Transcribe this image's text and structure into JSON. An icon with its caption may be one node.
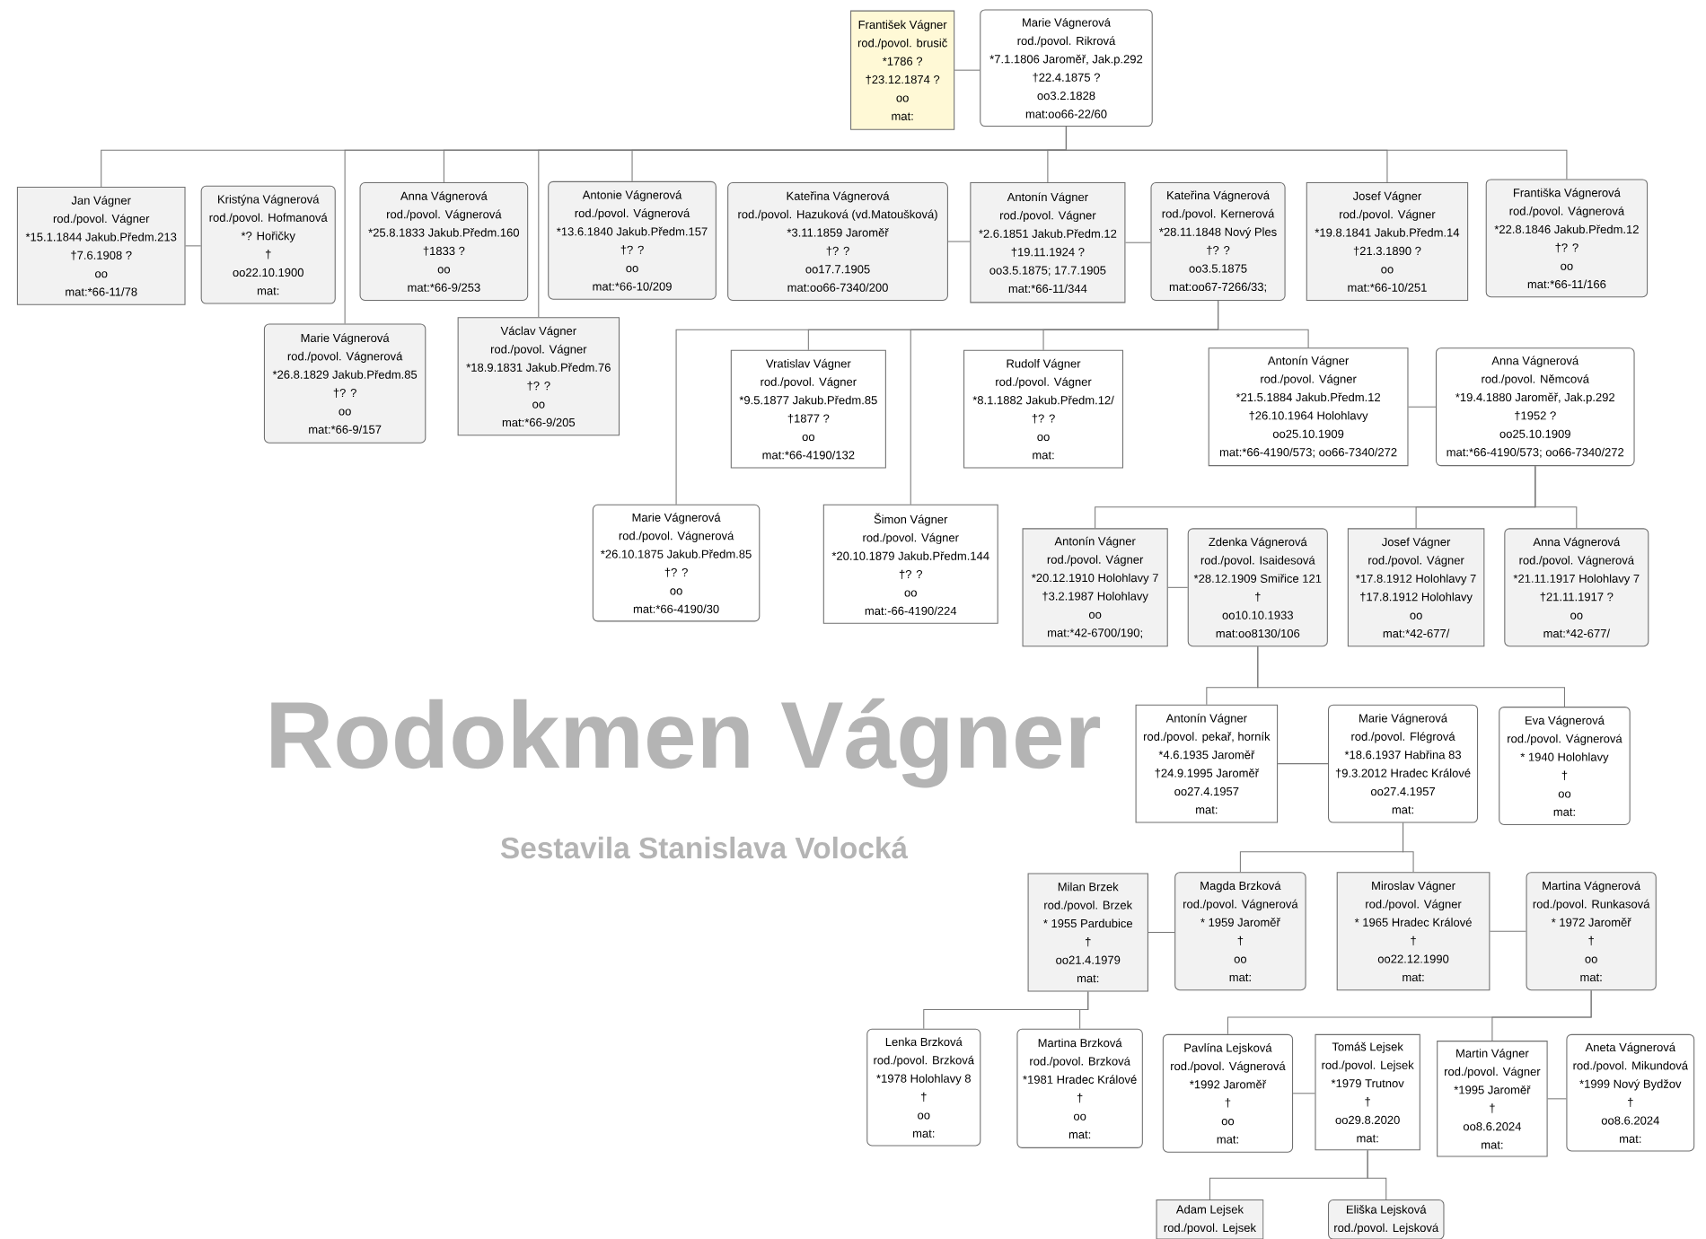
{
  "diagram": {
    "title": "Rodokmen Vágner",
    "caption": "Sestavila Stanislava Volocká",
    "nodes": [
      {
        "text": [
          "František Vágner",
          "rod./povol. brusič",
          "*1786  ?",
          "†23.12.1874 ?",
          "oo",
          "mat:"
        ]
      },
      {
        "text": [
          "Marie Vágnerová",
          "rod./povol. Rikrová",
          "*7.1.1806 Jaroměř, Jak.p.292",
          "†22.4.1875 ?",
          "oo3.2.1828",
          "mat:oo66-22/60"
        ]
      },
      {
        "text": [
          "Jan Vágner",
          "rod./povol. Vágner",
          "*15.1.1844 Jakub.Předm.213",
          "†7.6.1908 ?",
          "oo",
          "mat:*66-11/78"
        ]
      },
      {
        "text": [
          "Kristýna Vágnerová",
          "rod./povol. Hofmanová",
          "*? Hořičky",
          "†",
          "oo22.10.1900",
          "mat:"
        ]
      },
      {
        "text": [
          "Anna Vágnerová",
          "rod./povol. Vágnerová",
          "*25.8.1833 Jakub.Předm.160",
          "†1833 ?",
          "oo",
          "mat:*66-9/253"
        ]
      },
      {
        "text": [
          "Antonie Vágnerová",
          "rod./povol. Vágnerová",
          "*13.6.1840 Jakub.Předm.157",
          "†? ?",
          "oo",
          "mat:*66-10/209"
        ]
      },
      {
        "text": [
          "Kateřina Vágnerová",
          "rod./povol. Hazuková (vd.Matoušková)",
          "*3.11.1859 Jaroměř",
          "†? ?",
          "oo17.7.1905",
          "mat:oo66-7340/200"
        ]
      },
      {
        "text": [
          "Antonín Vágner",
          "rod./povol. Vágner",
          "*2.6.1851 Jakub.Předm.12",
          "†19.11.1924 ?",
          "oo3.5.1875; 17.7.1905",
          "mat:*66-11/344"
        ]
      },
      {
        "text": [
          "Kateřina Vágnerová",
          "rod./povol. Kernerová",
          "*28.11.1848 Nový Ples",
          "†? ?",
          "oo3.5.1875",
          "mat:oo67-7266/33;"
        ]
      },
      {
        "text": [
          "Josef Vágner",
          "rod./povol. Vágner",
          "*19.8.1841 Jakub.Předm.14",
          "†21.3.1890 ?",
          "oo",
          "mat:*66-10/251"
        ]
      },
      {
        "text": [
          "Františka Vágnerová",
          "rod./povol. Vágnerová",
          "*22.8.1846 Jakub.Předm.12",
          "†? ?",
          "oo",
          "mat:*66-11/166"
        ]
      },
      {
        "text": [
          "Marie Vágnerová",
          "rod./povol. Vágnerová",
          "*26.8.1829 Jakub.Předm.85",
          "†? ?",
          "oo",
          "mat:*66-9/157"
        ]
      },
      {
        "text": [
          "Václav Vágner",
          "rod./povol. Vágner",
          "*18.9.1831 Jakub.Předm.76",
          "†? ?",
          "oo",
          "mat:*66-9/205"
        ]
      },
      {
        "text": [
          "Vratislav Vágner",
          "rod./povol. Vágner",
          "*9.5.1877 Jakub.Předm.85",
          "†1877 ?",
          "oo",
          "mat:*66-4190/132"
        ]
      },
      {
        "text": [
          "Rudolf Vágner",
          "rod./povol. Vágner",
          "*8.1.1882 Jakub.Předm.12/",
          "†? ?",
          "oo",
          "mat:"
        ]
      },
      {
        "text": [
          "Antonín Vágner",
          "rod./povol. Vágner",
          "*21.5.1884 Jakub.Předm.12",
          "†26.10.1964 Holohlavy",
          "oo25.10.1909",
          "mat:*66-4190/573; oo66-7340/272"
        ]
      },
      {
        "text": [
          "Anna Vágnerová",
          "rod./povol. Němcová",
          "*19.4.1880 Jaroměř, Jak.p.292",
          "†1952 ?",
          "oo25.10.1909",
          "mat:*66-4190/573; oo66-7340/272"
        ]
      },
      {
        "text": [
          "Marie Vágnerová",
          "rod./povol. Vágnerová",
          "*26.10.1875 Jakub.Předm.85",
          "†? ?",
          "oo",
          "mat:*66-4190/30"
        ]
      },
      {
        "text": [
          "Šimon Vágner",
          "rod./povol. Vágner",
          "*20.10.1879 Jakub.Předm.144",
          "†? ?",
          "oo",
          "mat:-66-4190/224"
        ]
      },
      {
        "text": [
          "Antonín Vágner",
          "rod./povol. Vágner",
          "*20.12.1910 Holohlavy 7",
          "†3.2.1987 Holohlavy",
          "oo",
          "mat:*42-6700/190;"
        ]
      },
      {
        "text": [
          "Zdenka Vágnerová",
          "rod./povol. Isaidesová",
          "*28.12.1909 Smiřice 121",
          "†",
          "oo10.10.1933",
          "mat:oo8130/106"
        ]
      },
      {
        "text": [
          "Josef Vágner",
          "rod./povol. Vágner",
          "*17.8.1912 Holohlavy 7",
          "†17.8.1912 Holohlavy",
          "oo",
          "mat:*42-677/"
        ]
      },
      {
        "text": [
          "Anna Vágnerová",
          "rod./povol. Vágnerová",
          "*21.11.1917 Holohlavy 7",
          "†21.11.1917 ?",
          "oo",
          "mat:*42-677/"
        ]
      },
      {
        "text": [
          "Antonín Vágner",
          "rod./povol. pekař, horník",
          "*4.6.1935 Jaroměř",
          "†24.9.1995 Jaroměř",
          "oo27.4.1957",
          "mat:"
        ]
      },
      {
        "text": [
          "Marie Vágnerová",
          "rod./povol. Flégrová",
          "*18.6.1937 Habřina 83",
          "†9.3.2012 Hradec Králové",
          "oo27.4.1957",
          "mat:"
        ]
      },
      {
        "text": [
          "Eva Vágnerová",
          "rod./povol. Vágnerová",
          "*      1940 Holohlavy",
          "†",
          "oo",
          "mat:"
        ]
      },
      {
        "text": [
          "Milan Brzek",
          "rod./povol. Brzek",
          "*      1955 Pardubice",
          "†",
          "oo21.4.1979",
          "mat:"
        ]
      },
      {
        "text": [
          "Magda Brzková",
          "rod./povol. Vágnerová",
          "*       1959 Jaroměř",
          "†",
          "oo",
          "mat:"
        ]
      },
      {
        "text": [
          "Miroslav Vágner",
          "rod./povol. Vágner",
          "*       1965 Hradec Králové",
          "†",
          "oo22.12.1990",
          "mat:"
        ]
      },
      {
        "text": [
          "Martina Vágnerová",
          "rod./povol. Runkasová",
          "*       1972 Jaroměř",
          "†",
          "oo",
          "mat:"
        ]
      },
      {
        "text": [
          "Lenka Brzková",
          "rod./povol. Brzková",
          "*1978 Holohlavy 8",
          "†",
          "oo",
          "mat:"
        ]
      },
      {
        "text": [
          "Martina Brzková",
          "rod./povol. Brzková",
          "*1981 Hradec Králové",
          "†",
          "oo",
          "mat:"
        ]
      },
      {
        "text": [
          "Pavlína Lejsková",
          "rod./povol. Vágnerová",
          "*1992 Jaroměř",
          "†",
          "oo",
          "mat:"
        ]
      },
      {
        "text": [
          "Tomáš Lejsek",
          "rod./povol. Lejsek",
          "*1979 Trutnov",
          "†",
          "oo29.8.2020",
          "mat:"
        ]
      },
      {
        "text": [
          "Martin Vágner",
          "rod./povol. Vágner",
          "*1995 Jaroměř",
          "†",
          "oo8.6.2024",
          "mat:"
        ]
      },
      {
        "text": [
          "Aneta Vágnerová",
          "rod./povol. Mikundová",
          "*1999 Nový Bydžov",
          "†",
          "oo8.6.2024",
          "mat:"
        ]
      },
      {
        "text": [
          "Adam Lejsek",
          "rod./povol. Lejsek"
        ]
      },
      {
        "text": [
          "Eliška Lejsková",
          "rod./povol. Lejsková"
        ]
      }
    ],
    "edges": [
      {
        "from": 0,
        "to": 1,
        "arrow": "none"
      },
      {
        "from": 2,
        "to": 3,
        "arrow": "none"
      },
      {
        "from": 6,
        "to": 7,
        "arrow": "none"
      },
      {
        "from": 7,
        "to": 8,
        "arrow": "none"
      },
      {
        "from": 15,
        "to": 16,
        "arrow": "none"
      },
      {
        "from": 19,
        "to": 20,
        "arrow": "none"
      },
      {
        "from": 23,
        "to": 24,
        "arrow": "none"
      },
      {
        "from": 26,
        "to": 27,
        "arrow": "none"
      },
      {
        "from": 28,
        "to": 29,
        "arrow": "none"
      },
      {
        "from": 32,
        "to": 33,
        "arrow": "none"
      },
      {
        "from": 34,
        "to": 35,
        "arrow": "none"
      },
      {
        "from": 1,
        "to": 2,
        "arrow": "none"
      },
      {
        "from": 1,
        "to": 11,
        "arrow": "none"
      },
      {
        "from": 1,
        "to": 4,
        "arrow": "none"
      },
      {
        "from": 1,
        "to": 12,
        "arrow": "none"
      },
      {
        "from": 1,
        "to": 5,
        "arrow": "none"
      },
      {
        "from": 1,
        "to": 7,
        "arrow": "none"
      },
      {
        "from": 1,
        "to": 9,
        "arrow": "none"
      },
      {
        "from": 1,
        "to": 10,
        "arrow": "none"
      },
      {
        "from": 8,
        "to": 17,
        "arrow": "none"
      },
      {
        "from": 8,
        "to": 13,
        "arrow": "none"
      },
      {
        "from": 8,
        "to": 18,
        "arrow": "none"
      },
      {
        "from": 8,
        "to": 14,
        "arrow": "none"
      },
      {
        "from": 8,
        "to": 15,
        "arrow": "none"
      },
      {
        "from": 16,
        "to": 19,
        "arrow": "none"
      },
      {
        "from": 16,
        "to": 21,
        "arrow": "none"
      },
      {
        "from": 16,
        "to": 22,
        "arrow": "none"
      },
      {
        "from": 20,
        "to": 23,
        "arrow": "none"
      },
      {
        "from": 20,
        "to": 25,
        "arrow": "none"
      },
      {
        "from": 24,
        "to": 27,
        "arrow": "none"
      },
      {
        "from": 24,
        "to": 28,
        "arrow": "none"
      },
      {
        "from": 26,
        "to": 30,
        "arrow": "none"
      },
      {
        "from": 26,
        "to": 31,
        "arrow": "none"
      },
      {
        "from": 29,
        "to": 32,
        "arrow": "none"
      },
      {
        "from": 29,
        "to": 34,
        "arrow": "none"
      },
      {
        "from": 33,
        "to": 36,
        "arrow": "none"
      },
      {
        "from": 33,
        "to": 37,
        "arrow": "none"
      }
    ]
  }
}
